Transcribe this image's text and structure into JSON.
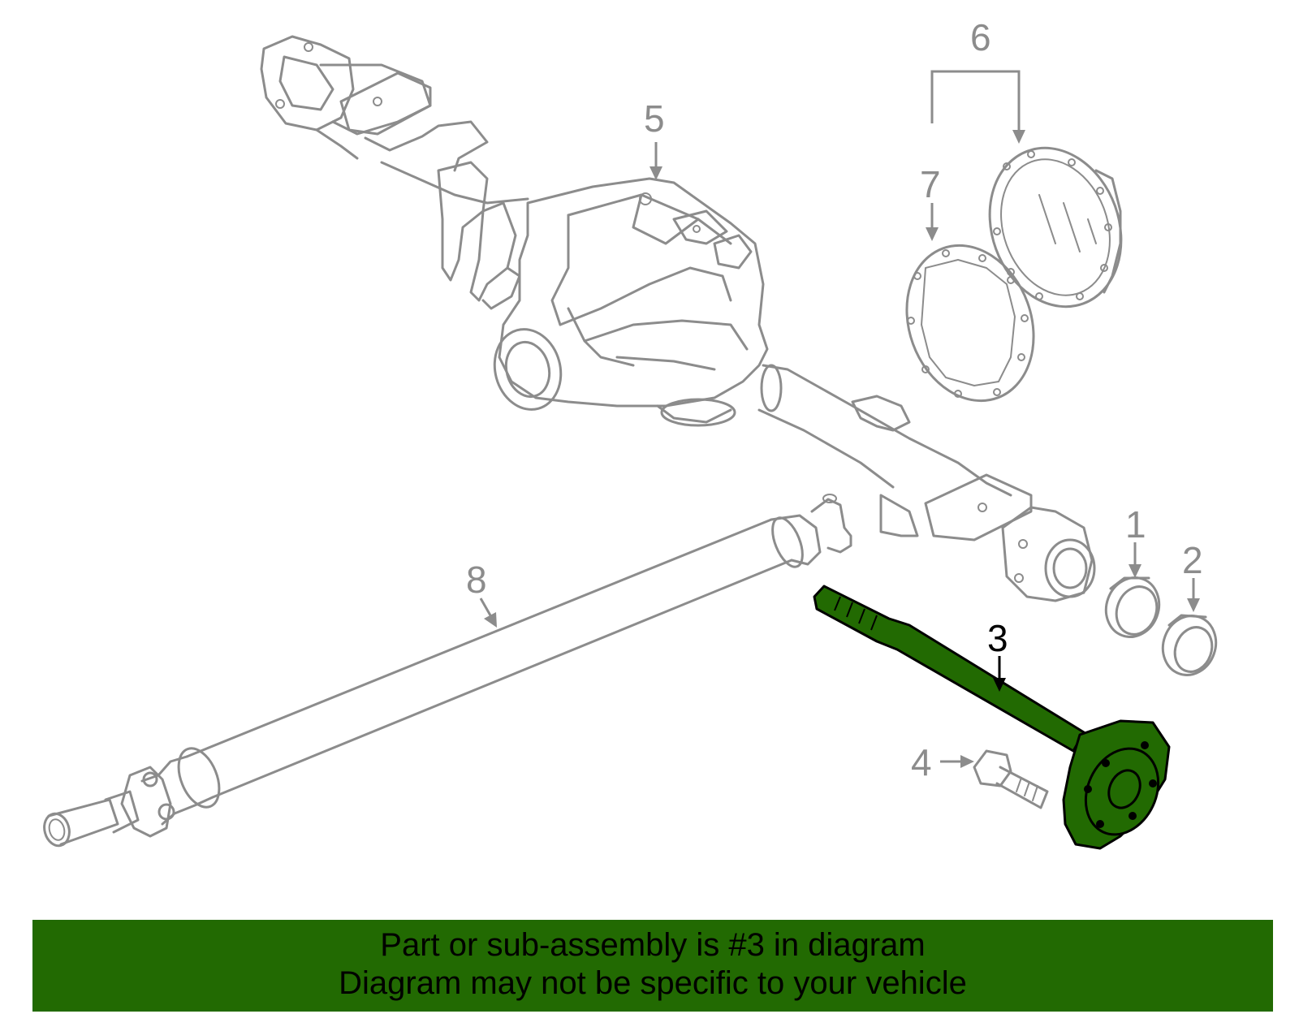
{
  "callouts": [
    {
      "id": "1",
      "label": "1",
      "highlighted": false
    },
    {
      "id": "2",
      "label": "2",
      "highlighted": false
    },
    {
      "id": "3",
      "label": "3",
      "highlighted": true
    },
    {
      "id": "4",
      "label": "4",
      "highlighted": false
    },
    {
      "id": "5",
      "label": "5",
      "highlighted": false
    },
    {
      "id": "6",
      "label": "6",
      "highlighted": false
    },
    {
      "id": "7",
      "label": "7",
      "highlighted": false
    },
    {
      "id": "8",
      "label": "8",
      "highlighted": false
    }
  ],
  "banner": {
    "line1": "Part or sub-assembly is #3 in diagram",
    "line2": "Diagram may not be specific to your vehicle"
  },
  "colors": {
    "highlight": "#226a02",
    "linework": "#8c8c8c",
    "banner_bg": "#226a02"
  }
}
